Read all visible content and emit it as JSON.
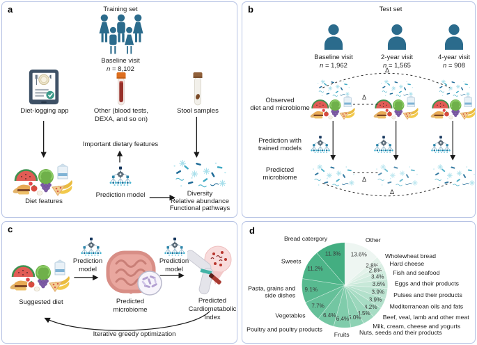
{
  "colors": {
    "panel_border": "#b5c2e4",
    "figure_blue": "#2b6b8c",
    "arrow_black": "#1a1a1a",
    "pie_lightest": "#eef6f2",
    "pie_darkest": "#43ae81"
  },
  "panels": {
    "a": {
      "label": "a",
      "title": "Training set",
      "baseline_visit": "Baseline visit",
      "n_sym": "n",
      "n_val": "= 8,102",
      "diet_logging_app": "Diet-logging app",
      "other_line1": "Other (blood tests,",
      "other_line2": "DEXA, and so on)",
      "stool_samples": "Stool samples",
      "important_dietary_features": "Important dietary features",
      "diet_features": "Diet features",
      "prediction_model": "Prediction model",
      "out1": "Diversity",
      "out2": "Relative abundance",
      "out3": "Functional pathways"
    },
    "b": {
      "label": "b",
      "title": "Test set",
      "delta": "Δ",
      "visits": [
        {
          "label": "Baseline visit",
          "n_sym": "n",
          "n_val": "= 1,962"
        },
        {
          "label": "2-year visit",
          "n_sym": "n",
          "n_val": "= 1,565"
        },
        {
          "label": "4-year visit",
          "n_sym": "n",
          "n_val": "= 908"
        }
      ],
      "rows": {
        "observed1": "Observed",
        "observed2": "diet and microbiome",
        "pred1": "Prediction with",
        "pred2": "trained models",
        "predicted1": "Predicted",
        "predicted2": "microbiome"
      }
    },
    "c": {
      "label": "c",
      "suggested_diet": "Suggested diet",
      "pm1": "Prediction",
      "pm2": "model",
      "mb1": "Predicted",
      "mb2": "microbiome",
      "cmi1": "Predicted",
      "cmi2": "Cardiometabolic",
      "cmi3": "Index",
      "loop_label": "Iterative greedy optimization"
    },
    "d": {
      "label": "d"
    }
  },
  "chart_data": {
    "type": "pie",
    "title": "",
    "direction": "clockwise",
    "start_angle_deg": 0,
    "legend_position": "around",
    "slices": [
      {
        "label": "Other",
        "value": 13.6,
        "color": "#eef6f2"
      },
      {
        "label": "Wholewheat bread",
        "value": 2.8,
        "color": "#e3f2ea"
      },
      {
        "label": "Hard cheese",
        "value": 2.8,
        "color": "#daefe4"
      },
      {
        "label": "Fish and seafood",
        "value": 3.4,
        "color": "#d1ecdf"
      },
      {
        "label": "Eggs and their products",
        "value": 3.6,
        "color": "#c7e8d8"
      },
      {
        "label": "Pulses and their products",
        "value": 3.9,
        "color": "#bde4d2"
      },
      {
        "label": "Mediterranean oils and fats",
        "value": 3.9,
        "color": "#b2e0cb"
      },
      {
        "label": "Beef, veal, lamb and other meat",
        "value": 4.2,
        "color": "#a7dcc4"
      },
      {
        "label": "Milk, cream, cheese and yogurts",
        "value": 4.5,
        "color": "#9bd7bc"
      },
      {
        "label": "Nuts, seeds and their products",
        "value": 5.0,
        "color": "#8ed2b4"
      },
      {
        "label": "Fruits",
        "value": 6.4,
        "color": "#80ccab"
      },
      {
        "label": "Poultry and poultry products",
        "value": 6.4,
        "color": "#73c6a2"
      },
      {
        "label": "Vegetables",
        "value": 7.7,
        "color": "#65c099"
      },
      {
        "label": "Pasta, grains and\nside dishes",
        "value": 9.1,
        "color": "#58ba90"
      },
      {
        "label": "Sweets",
        "value": 11.2,
        "color": "#4cb488"
      },
      {
        "label": "Bread catergory",
        "value": 11.3,
        "color": "#43ae81"
      }
    ]
  }
}
